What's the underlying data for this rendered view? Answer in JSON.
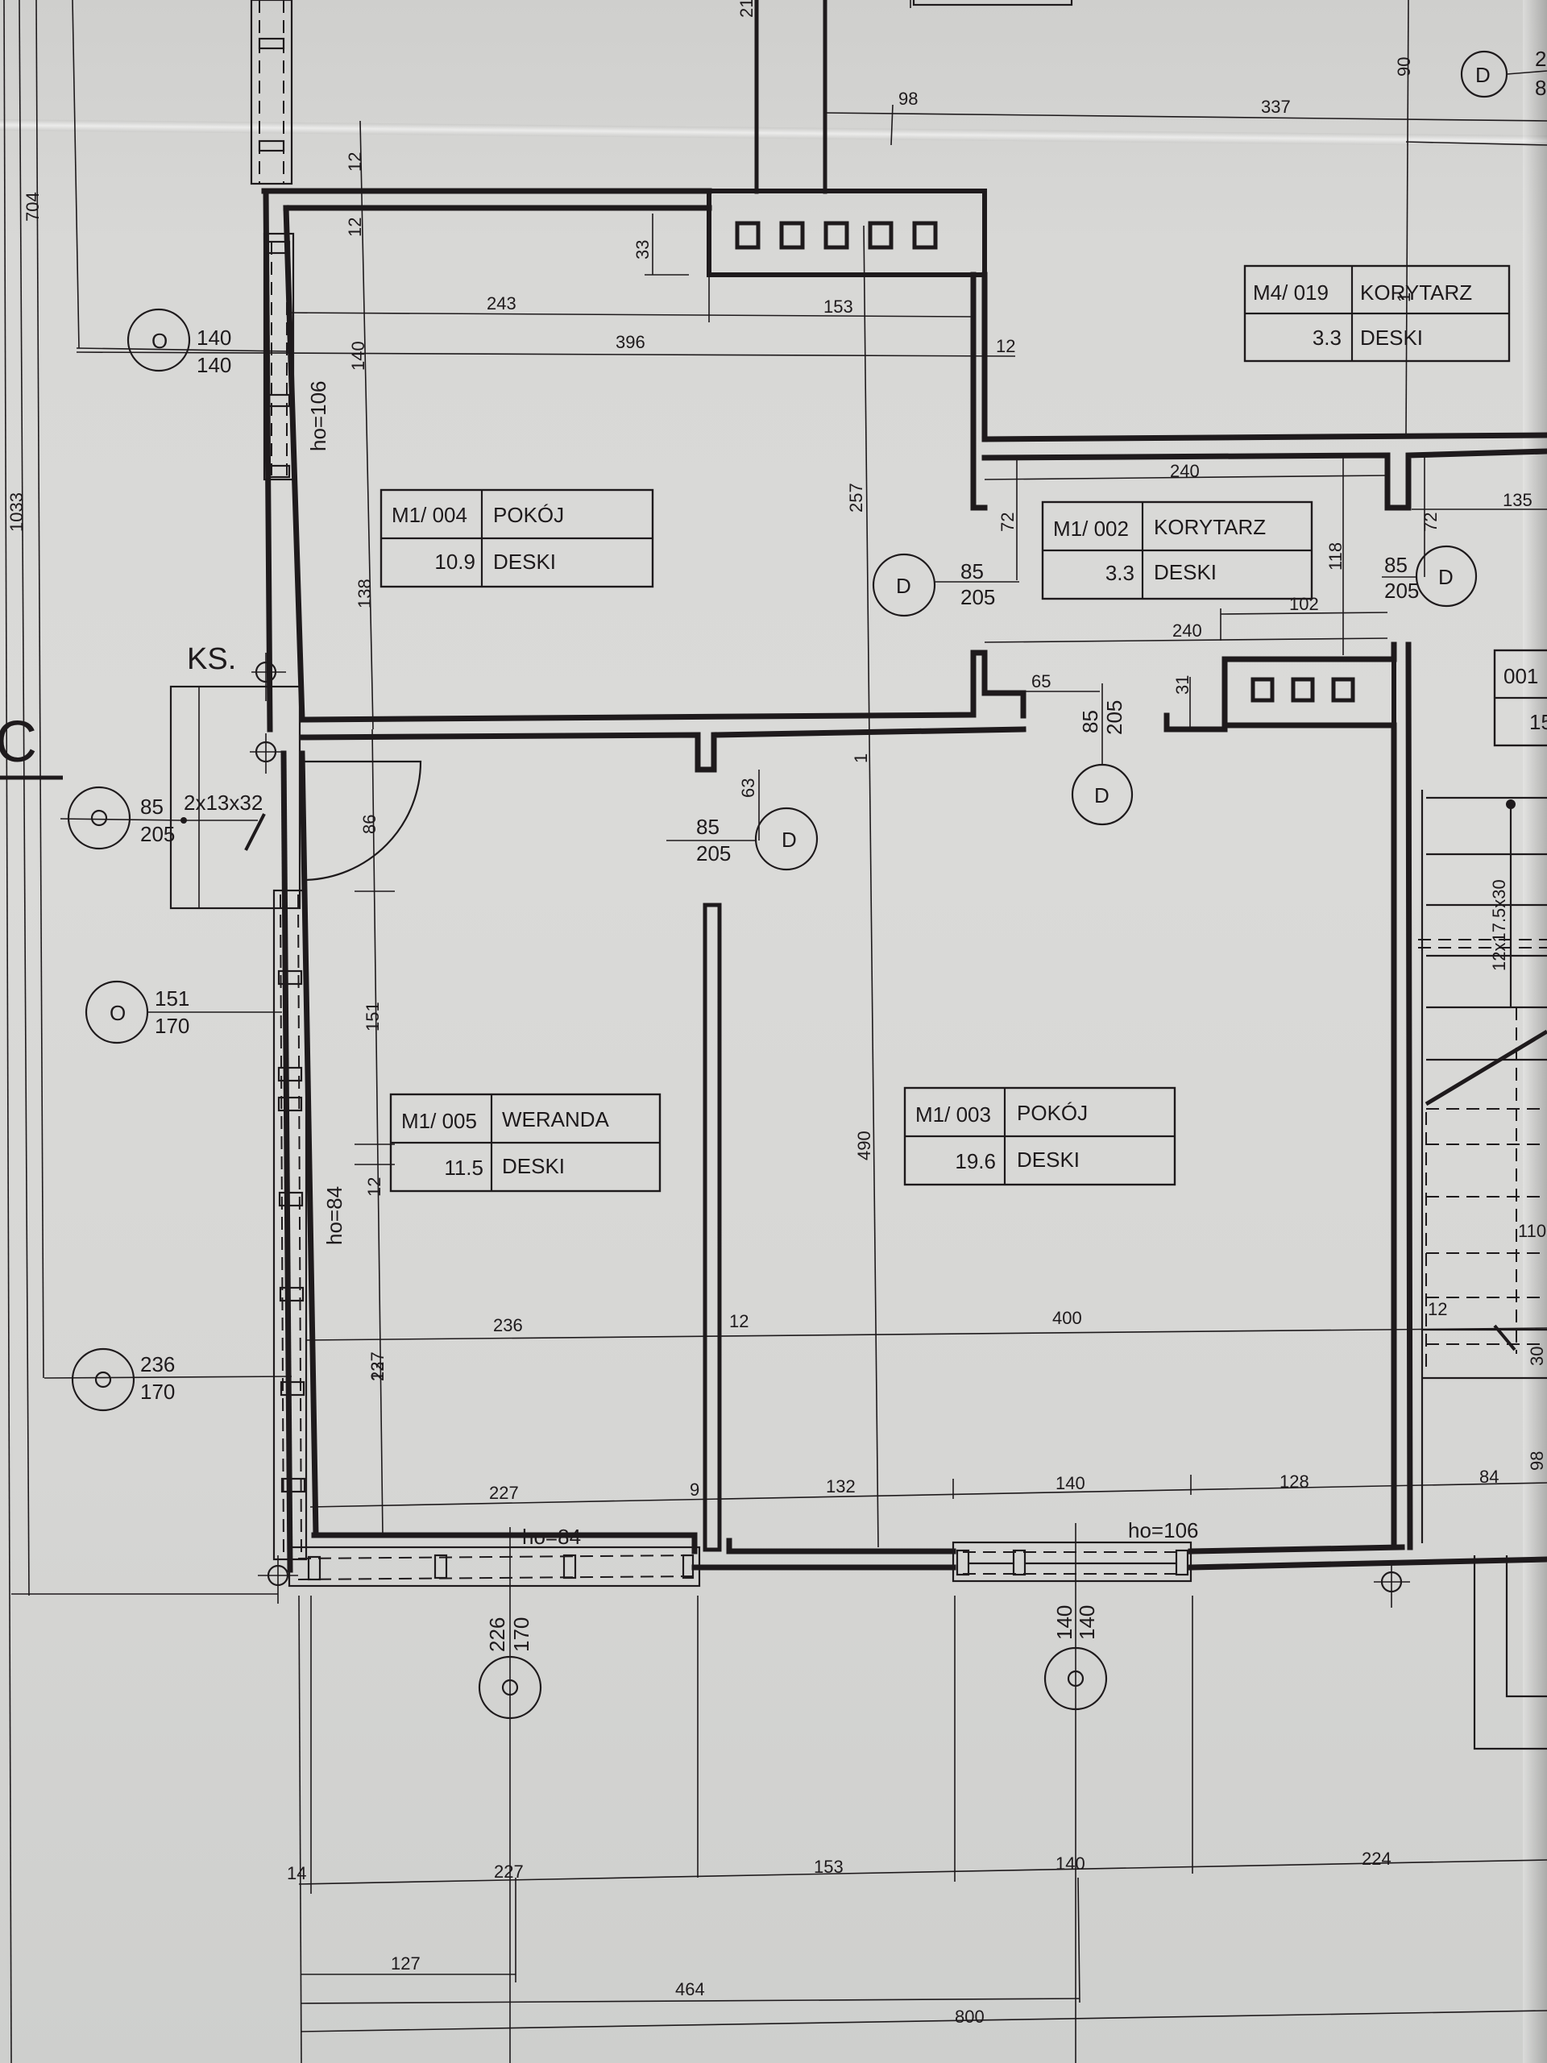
{
  "drawing": {
    "type": "architectural floor plan",
    "units": "cm",
    "floor_material": "DESKI"
  },
  "rooms": [
    {
      "id": "M1/ 004",
      "name": "POKÓJ",
      "area": "10.9",
      "finish": "DESKI"
    },
    {
      "id": "M1/ 002",
      "name": "KORYTARZ",
      "area": "3.3",
      "finish": "DESKI"
    },
    {
      "id": "M4/ 019",
      "name": "KORYTARZ",
      "area": "3.3",
      "finish": "DESKI"
    },
    {
      "id": "M1/ 005",
      "name": "WERANDA",
      "area": "11.5",
      "finish": "DESKI"
    },
    {
      "id": "M1/ 003",
      "name": "POKÓJ",
      "area": "19.6",
      "finish": "DESKI"
    },
    {
      "id": "001",
      "name": "",
      "area": "15",
      "finish": ""
    }
  ],
  "doors": [
    {
      "symbol": "D",
      "width": "85",
      "height": "205"
    },
    {
      "symbol": "D",
      "width": "85",
      "height": "205"
    },
    {
      "symbol": "D",
      "width": "85",
      "height": "205"
    },
    {
      "symbol": "D",
      "width": "85",
      "height": "205"
    },
    {
      "symbol": "D",
      "width": "",
      "height": ""
    },
    {
      "symbol": "D",
      "width": "2",
      "height": "8"
    }
  ],
  "windows": [
    {
      "symbol": "O",
      "width": "140",
      "height": "140"
    },
    {
      "symbol": "O",
      "width": "85",
      "height": "205"
    },
    {
      "symbol": "O",
      "width": "151",
      "height": "170"
    },
    {
      "symbol": "O",
      "width": "236",
      "height": "170"
    },
    {
      "symbol": "O",
      "width": "226",
      "height": "170"
    },
    {
      "symbol": "O",
      "width": "140",
      "height": "140"
    }
  ],
  "sill_heights": {
    "h1": "ho=106",
    "h2": "ho=84",
    "h3": "ho=84",
    "h4": "ho=106"
  },
  "annotations": {
    "ks": "KS.",
    "vent": "2x13x32",
    "stairs": "12x17.5x30",
    "grid_letter": "C"
  },
  "dimensions": {
    "top": {
      "d98": "98",
      "d337": "337",
      "d90": "90",
      "d21": "21",
      "d12a": "12",
      "d12b": "12",
      "d33": "33"
    },
    "upper": {
      "d243": "243",
      "d153": "153",
      "d396": "396",
      "d12": "12",
      "d140": "140",
      "d138": "138",
      "d257": "257"
    },
    "corridor": {
      "d240a": "240",
      "d240b": "240",
      "d72a": "72",
      "d72b": "72",
      "d118": "118",
      "d102": "102",
      "d135": "135",
      "d65": "65",
      "d31": "31",
      "d1x": "1"
    },
    "middle": {
      "d63": "63",
      "d86": "86",
      "d12c": "12",
      "d151": "151",
      "d12d": "12",
      "d490": "490"
    },
    "lower": {
      "d236": "236",
      "d12e": "12",
      "d400": "400",
      "d237": "237",
      "d110": "110",
      "d12f": "12",
      "d30": "30"
    },
    "bottom_inner": {
      "d227": "227",
      "d9": "9",
      "d132": "132",
      "d140": "140",
      "d128": "128",
      "d84": "84",
      "d98": "98"
    },
    "left": {
      "d704": "704",
      "d1033": "1033"
    },
    "bottom_chain": {
      "d14": "14",
      "d227": "227",
      "d153": "153",
      "d140": "140",
      "d224": "224"
    },
    "bottom_totals": {
      "d127": "127",
      "d464": "464",
      "d800": "800"
    }
  }
}
